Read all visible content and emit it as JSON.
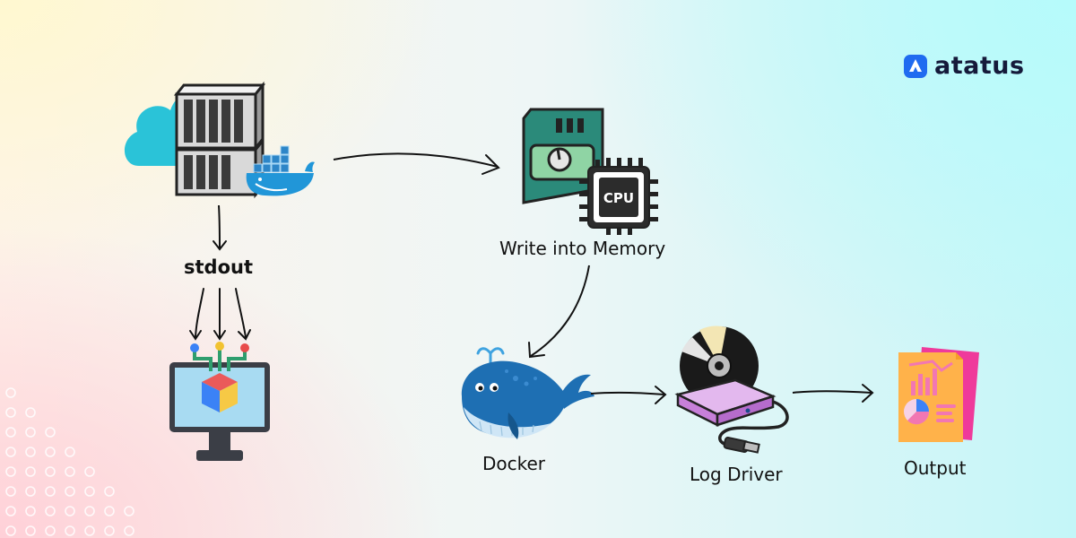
{
  "brand": {
    "name": "atatus",
    "icon": "atatus-logo-icon"
  },
  "nodes": {
    "container_host": {
      "icon": "cloud-server-docker-icon"
    },
    "stdout": {
      "label": "stdout"
    },
    "application": {
      "icon": "computer-cube-icon"
    },
    "memory": {
      "label": "Write into Memory",
      "icon": "memory-cpu-icon",
      "chip_text": "CPU"
    },
    "docker": {
      "label": "Docker",
      "icon": "docker-whale-icon"
    },
    "log_driver": {
      "label": "Log Driver",
      "icon": "disk-drive-icon"
    },
    "output": {
      "label": "Output",
      "icon": "report-document-icon"
    }
  },
  "colors": {
    "accent": "#1f6bf0",
    "whale": "#1e6fb3",
    "cloud": "#2ac3d8",
    "ram": "#2b8a7a"
  }
}
